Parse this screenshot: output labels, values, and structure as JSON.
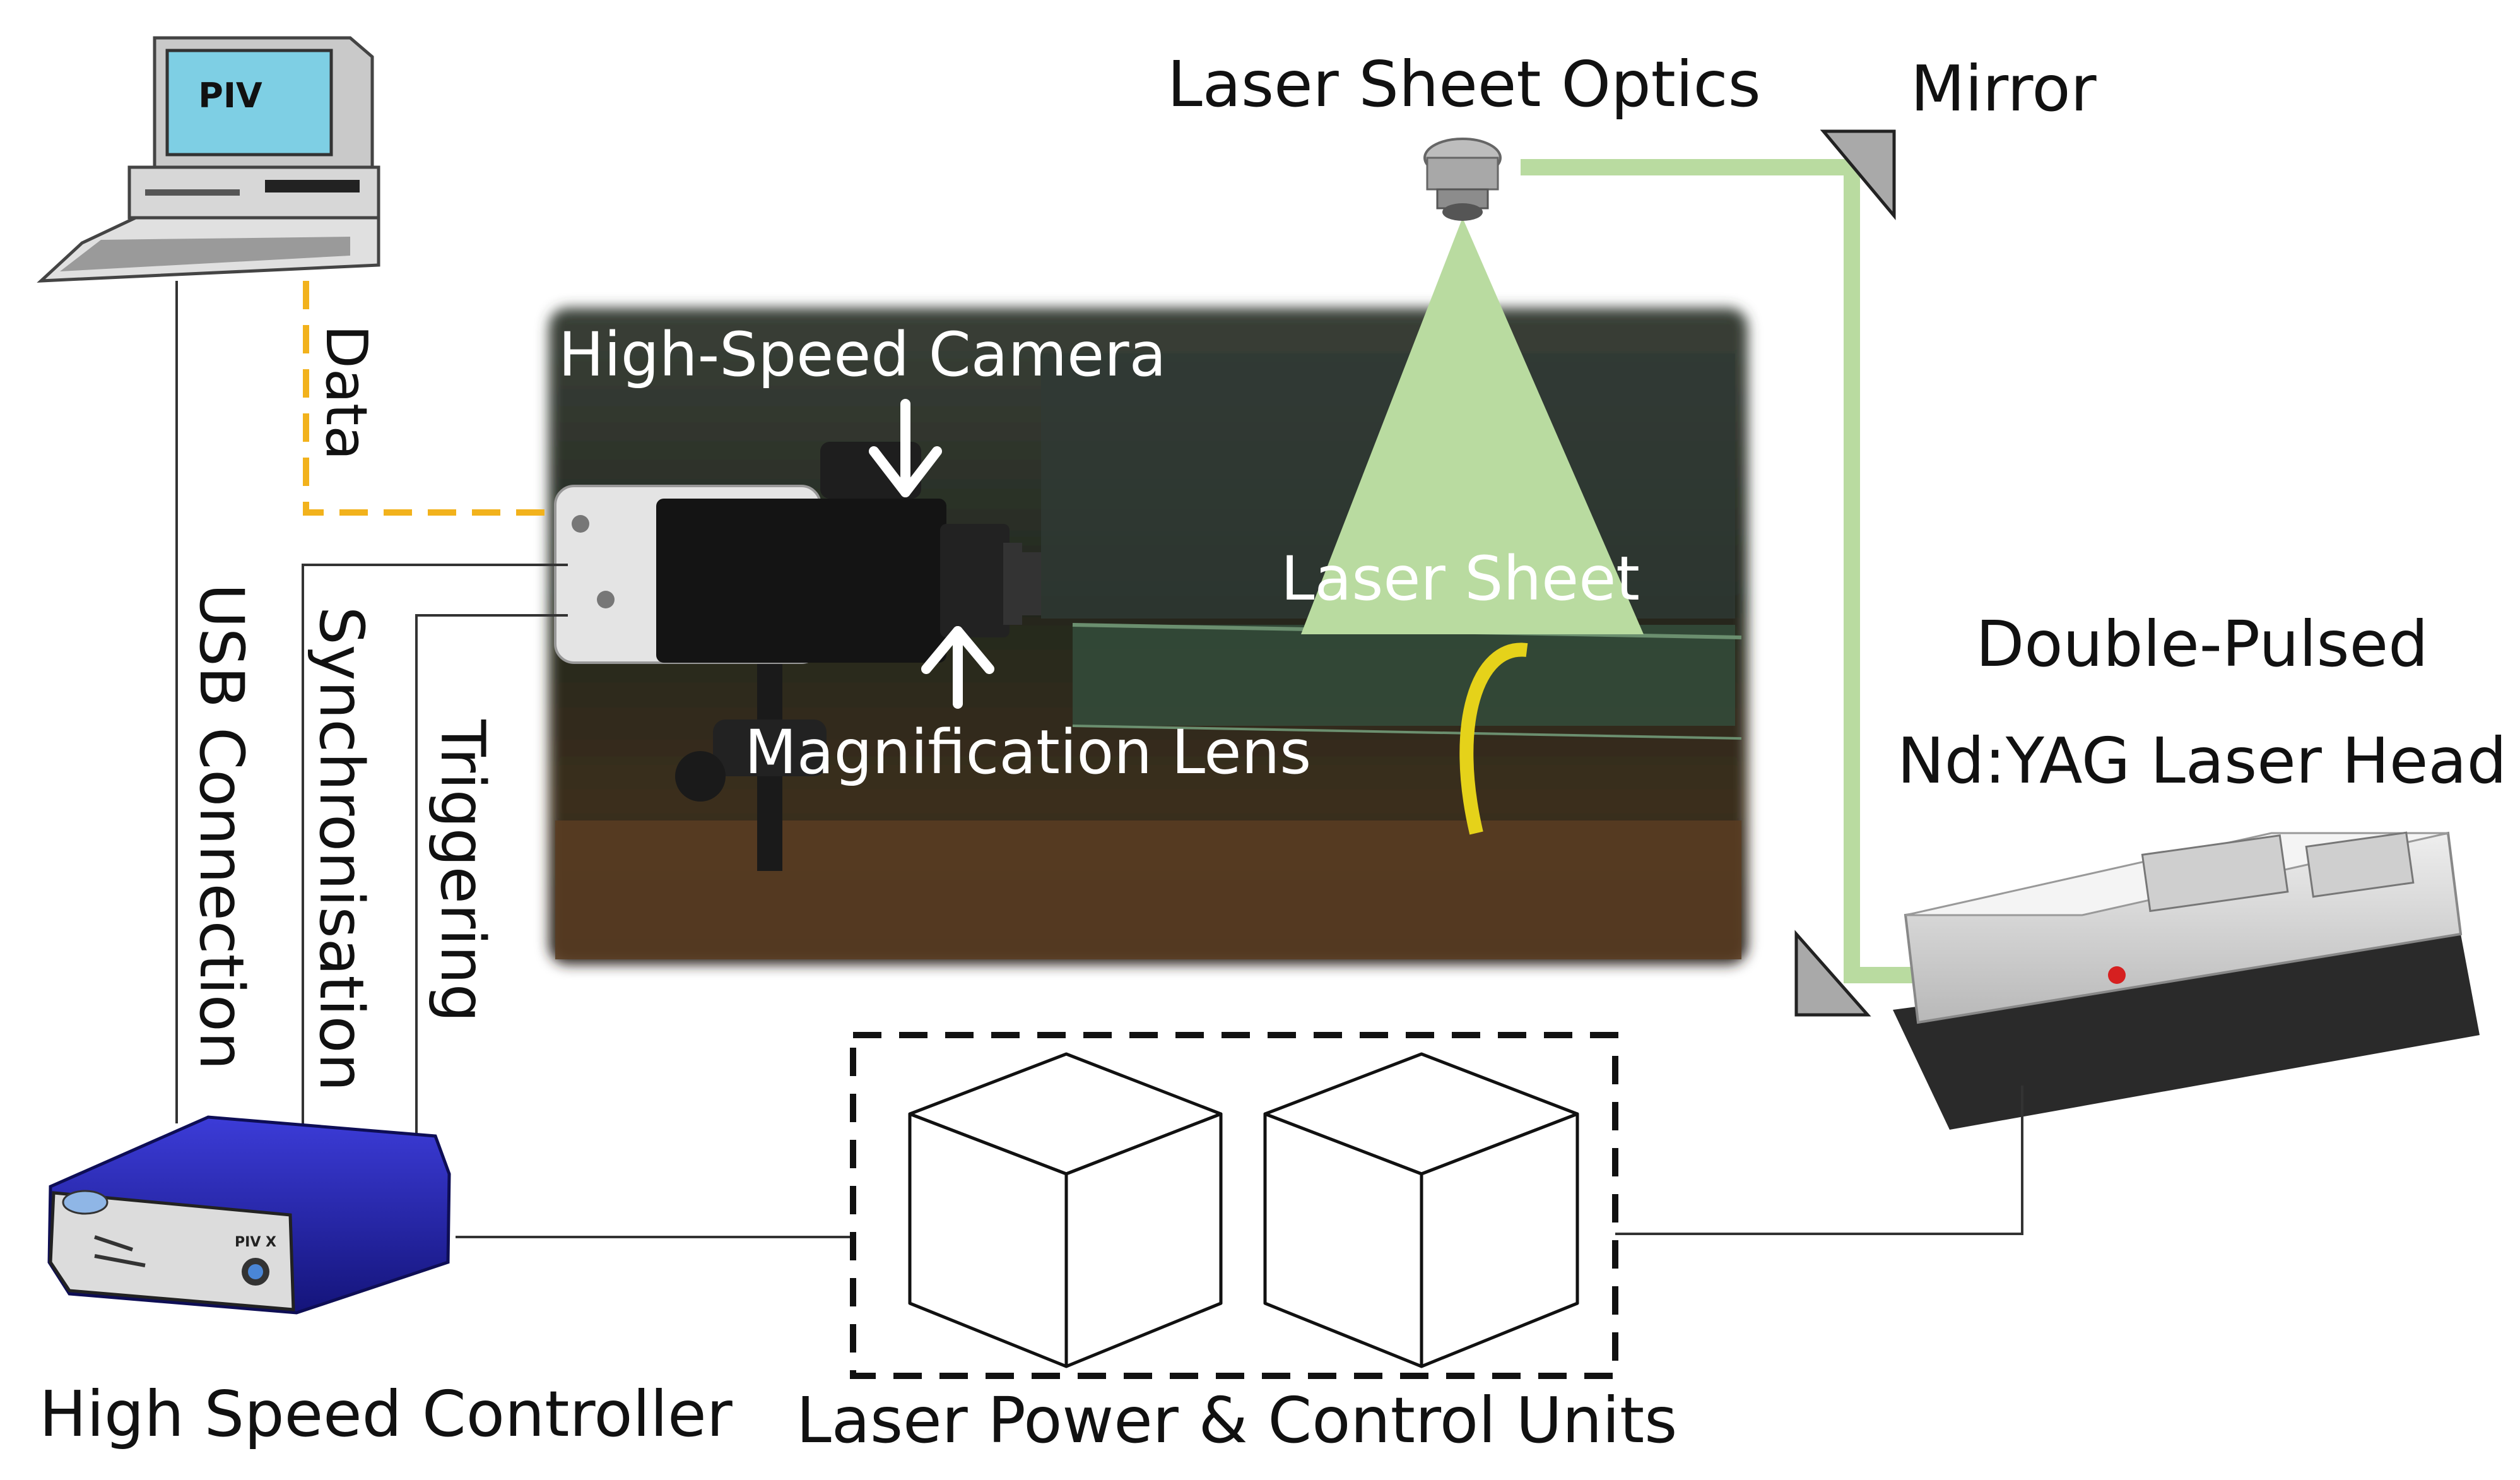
{
  "labels": {
    "laser_sheet_optics": "Laser Sheet Optics",
    "mirror": "Mirror",
    "high_speed_camera": "High-Speed Camera",
    "laser_sheet": "Laser Sheet",
    "magnification_lens": "Magnification Lens",
    "double_pulsed": "Double-Pulsed",
    "laser_head": "Nd:YAG Laser Head",
    "data": "Data",
    "usb_connection": "USB Connection",
    "synchronisation": "Synchronisation",
    "triggering": "Triggering",
    "high_speed_controller": "High Speed Controller",
    "laser_power_control_units": "Laser Power & Control Units"
  },
  "computer": {
    "screen_text": "PIV"
  },
  "controller": {
    "badge_text": "PIV X"
  },
  "colors": {
    "laser_green": "#b9dba0",
    "data_line": "#f2b21c",
    "controller_blue": "#2a2ab8",
    "black": "#000000"
  }
}
